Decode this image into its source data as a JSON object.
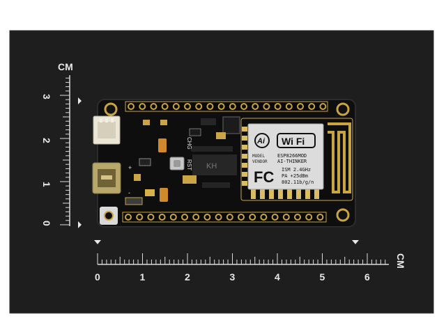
{
  "ruler_vertical": {
    "unit": "CM",
    "labels": [
      "3",
      "2",
      "1",
      "0"
    ]
  },
  "ruler_horizontal": {
    "unit": "CM",
    "labels": [
      "0",
      "1",
      "2",
      "3",
      "4",
      "5",
      "6"
    ]
  },
  "board": {
    "labels": {
      "chg": "CHG",
      "rst": "RST",
      "plus": "+",
      "minus": "-",
      "chip": "KH"
    },
    "module": {
      "logo": "Ai",
      "wifi_logo": "Wi Fi",
      "model_label": "MODEL",
      "vendor_label": "VENDOR",
      "model": "ESP8266MOD",
      "vendor": "AI-THINKER",
      "fc_mark": "FC",
      "spec1": "ISM 2.4GHz",
      "spec2": "PA +25dBm",
      "spec3": "802.11b/g/n"
    }
  },
  "colors": {
    "background": "#1c1c1c",
    "board": "#101010",
    "gold": "#c9a53f",
    "ruler_text": "#e8e8e8"
  }
}
